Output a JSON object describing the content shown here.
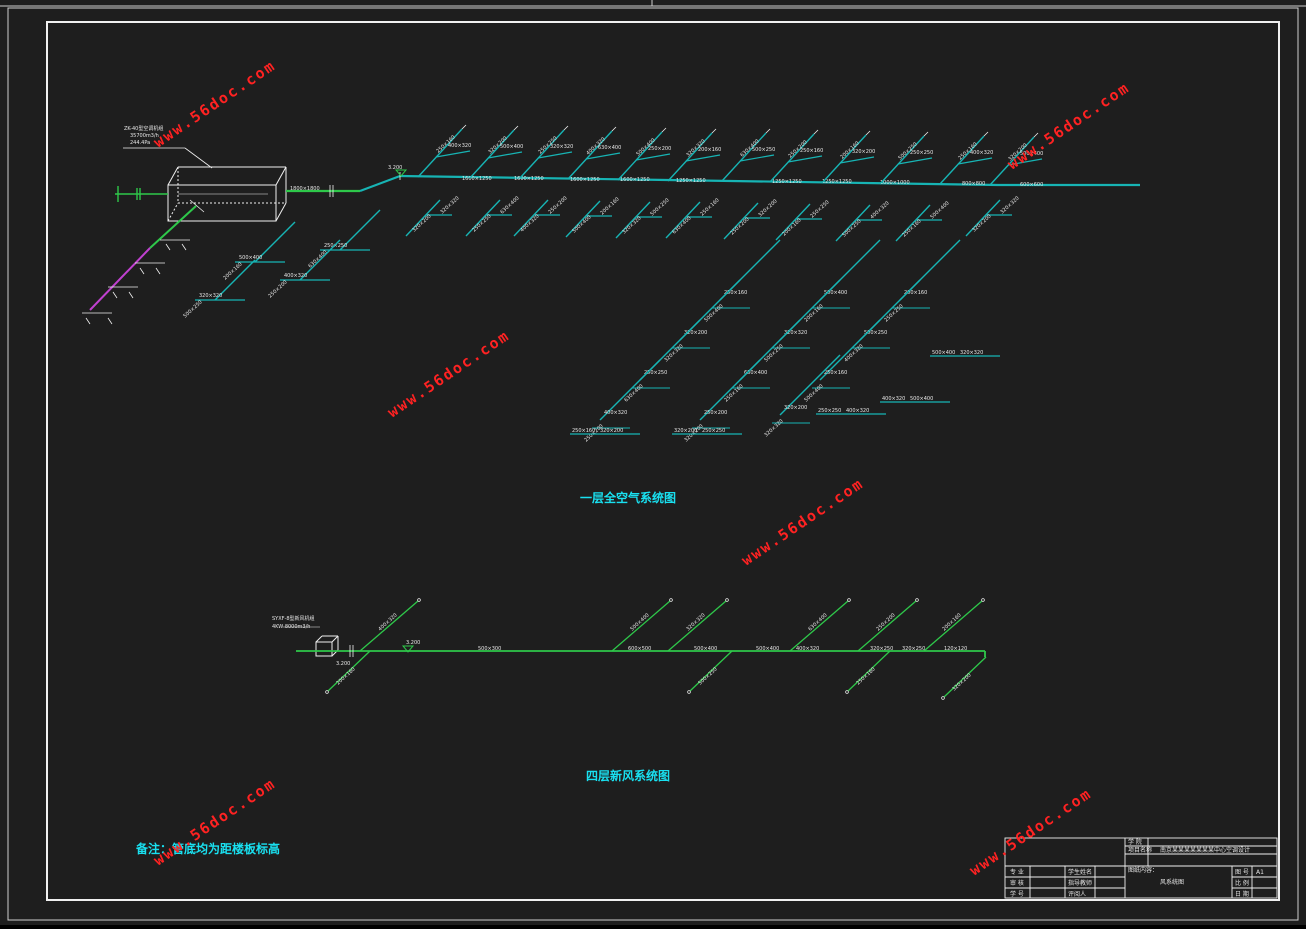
{
  "diagram": {
    "title_first_floor": "一层全空气系统图",
    "title_fourth_floor": "四层新风系统图",
    "note": "备注：管底均为距楼板标高",
    "ahu_label": {
      "model": "ZK-40型空调机组",
      "airflow": "35700m3/h",
      "pressure": "244.4Pa"
    },
    "fresh_air_unit_label": {
      "model": "SYXF-8型新风机组",
      "power_airflow": "4KW 8000m3/h"
    },
    "elevation_tag": "3.200",
    "main_duct_sizes": [
      "1800×1800",
      "1600×1250",
      "1600×1250",
      "1600×1250",
      "1600×1250",
      "1250×1250",
      "1250×1250",
      "1250×1250",
      "1000×1000",
      "800×800",
      "600×600"
    ],
    "sizes_common": [
      "250×160",
      "320×200",
      "250×250",
      "400×320",
      "500×400",
      "320×320",
      "630×400",
      "250×200",
      "200×160",
      "500×250"
    ],
    "fourth_floor_sizes": [
      "500×300",
      "600×500",
      "500×400",
      "500×400",
      "400×320",
      "320×250",
      "320×250",
      "200×120",
      "120×120"
    ],
    "watermark": "www.56doc.com",
    "title_block": {
      "row1_label": "学 院",
      "row2_label": "项目名称",
      "row2_value": "南京某某某某某某某中心空调设计",
      "row3_label": "图纸内容：",
      "row3_value": "风系统图",
      "sheet_label": "图 号",
      "sheet_value": "A1",
      "scale_label": "比 例",
      "date_label": "日 期",
      "major_label": "专 业",
      "review_label": "审 核",
      "student_label": "学 号",
      "designer_label": "学生姓名",
      "advisor_label": "指导教师",
      "reviewer_label": "评阅人"
    }
  }
}
